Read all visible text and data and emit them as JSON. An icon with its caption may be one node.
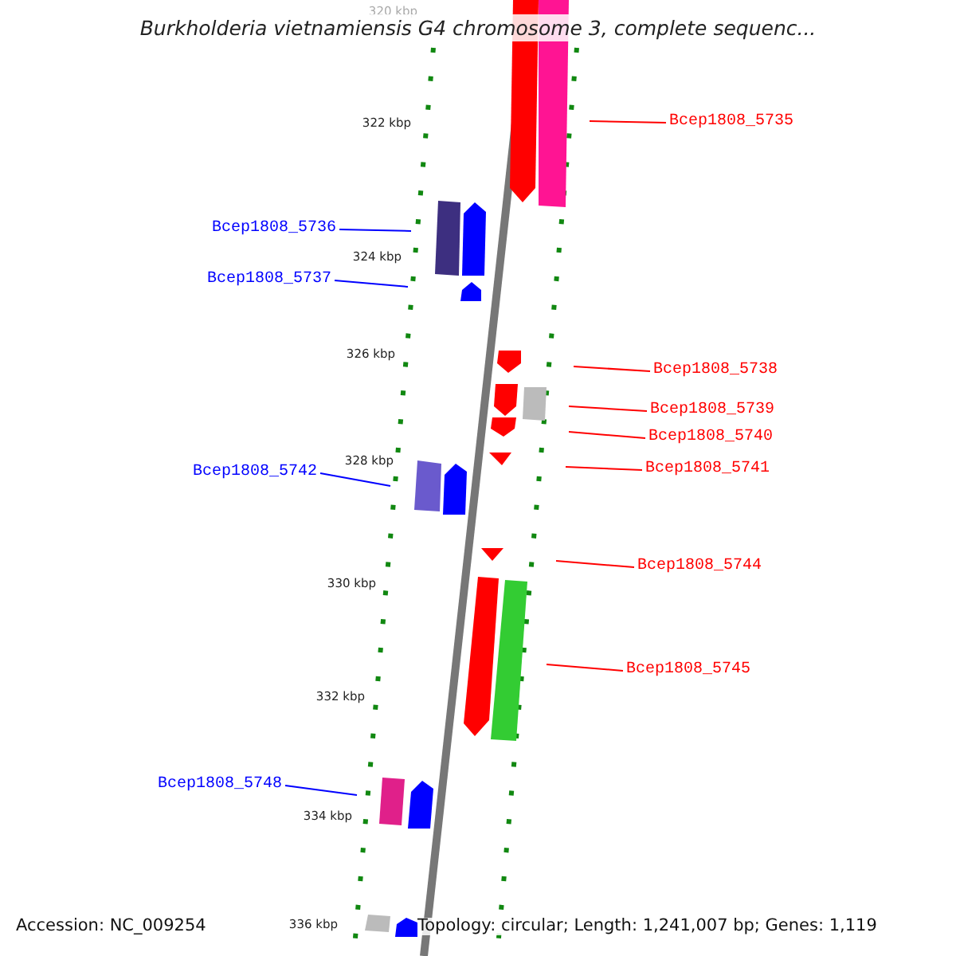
{
  "diagram": {
    "title": "Burkholderia vietnamiensis G4 chromosome 3, complete sequenc...",
    "nodes": [
      {
        "text": [
          "Bcep1808_5735"
        ]
      },
      {
        "text": [
          "Bcep1808_5736"
        ]
      },
      {
        "text": [
          "Bcep1808_5737"
        ]
      },
      {
        "text": [
          "Bcep1808_5738"
        ]
      },
      {
        "text": [
          "Bcep1808_5739"
        ]
      },
      {
        "text": [
          "Bcep1808_5740"
        ]
      },
      {
        "text": [
          "Bcep1808_5741"
        ]
      },
      {
        "text": [
          "Bcep1808_5742"
        ]
      },
      {
        "text": [
          "Bcep1808_5744"
        ]
      },
      {
        "text": [
          "Bcep1808_5745"
        ]
      },
      {
        "text": [
          "Bcep1808_5748"
        ]
      }
    ],
    "edges": [
      {
        "from": 0,
        "to": null,
        "arrow": "none"
      },
      {
        "from": 1,
        "to": null,
        "arrow": "none",
        "color": "#0000ff"
      },
      {
        "from": 2,
        "to": null,
        "arrow": "none",
        "color": "#0000ff"
      },
      {
        "from": 3,
        "to": null,
        "arrow": "none"
      },
      {
        "from": 4,
        "to": null,
        "arrow": "none"
      },
      {
        "from": 5,
        "to": null,
        "arrow": "none"
      },
      {
        "from": 6,
        "to": null,
        "arrow": "none"
      },
      {
        "from": 7,
        "to": null,
        "arrow": "none",
        "color": "#0000ff"
      },
      {
        "from": 8,
        "to": null,
        "arrow": "none"
      },
      {
        "from": 9,
        "to": null,
        "arrow": "none"
      },
      {
        "from": 10,
        "to": null,
        "arrow": "none",
        "color": "#0000ff"
      }
    ],
    "labels": [
      "320 kbp",
      "322 kbp",
      "324 kbp",
      "326 kbp",
      "328 kbp",
      "330 kbp",
      "332 kbp",
      "334 kbp",
      "336 kbp",
      "Accession: NC_009254",
      "Topology: circular; Length: 1,241,007 bp; Genes: 1,119"
    ]
  }
}
